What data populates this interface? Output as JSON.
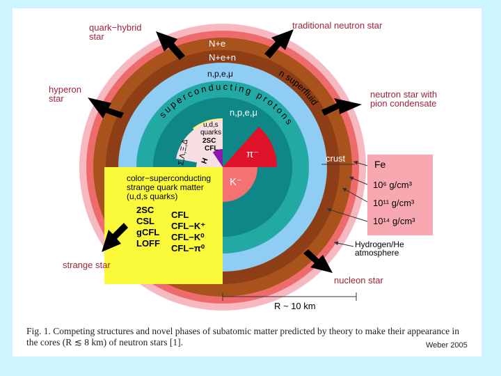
{
  "labels": {
    "quark_hybrid_1": "quark−hybrid",
    "quark_hybrid_2": "star",
    "traditional": "traditional neutron star",
    "hyperon_1": "hyperon",
    "hyperon_2": "star",
    "pion_1": "neutron star with",
    "pion_2": "pion condensate",
    "strange": "strange star",
    "nucleon": "nucleon star",
    "crust": "crust",
    "hydrogen_1": "Hydrogen/He",
    "hydrogen_2": "atmosphere",
    "radius": "R ~ 10 km"
  },
  "layers": {
    "ne": "N+e",
    "nen": "N+e+n",
    "npemu": "n,p,e,μ",
    "superconducting": "superconducting protons",
    "superfluid": "n superfluid",
    "inner_npemu": "n,p,e,μ",
    "pi_minus": "π⁻",
    "k_minus": "K⁻",
    "hyperon_sym": "Σ,Λ,Ξ,Δ",
    "h_sym": "H",
    "uds": "u,d,s",
    "quarks": "quarks",
    "twosc": "2SC",
    "cfl": "CFL"
  },
  "strange_box": {
    "line1": "color−superconducting",
    "line2": "strange quark matter",
    "line3": "(u,d,s quarks)",
    "left_col": [
      "2SC",
      "CSL",
      "gCFL",
      "LOFF"
    ],
    "right_col": [
      "CFL",
      "CFL−K⁺",
      "CFL−K⁰",
      "CFL−π⁰"
    ]
  },
  "density_box": {
    "fe": "Fe",
    "d1": "10⁶ g/cm³",
    "d2": "10¹¹ g/cm³",
    "d3": "10¹⁴ g/cm³"
  },
  "caption": "Fig. 1. Competing structures and novel phases of subatomic matter predicted by theory to make their appearance in the cores (R ≲ 8 km) of neutron stars [1].",
  "credit": "Weber 2005",
  "colors": {
    "background": "#ccf5ff",
    "outer_glow": "#f7b9c1",
    "salmon": "#ef6b6b",
    "brown": "#a8521c",
    "light_blue": "#8fcdf5",
    "teal": "#23a9a4",
    "dark_teal": "#0f8787",
    "red": "#e0122a",
    "yellow": "#fafa3a",
    "pink": "#f7dfe3",
    "purple": "#8a18b0",
    "density_box": "#f7a8b0",
    "label": "#a0243a"
  }
}
